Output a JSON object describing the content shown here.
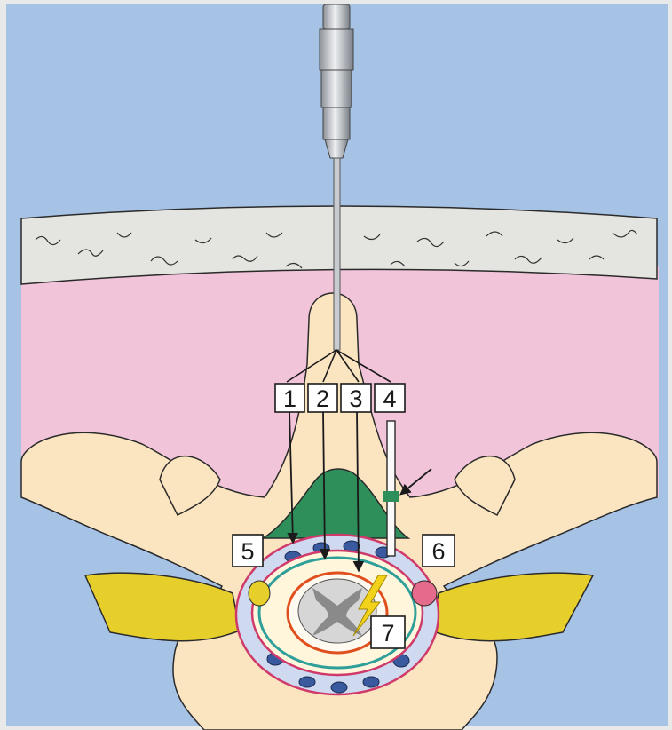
{
  "labels": {
    "l1": "1",
    "l2": "2",
    "l3": "3",
    "l4": "4",
    "l5": "5",
    "l6": "6",
    "l7": "7"
  },
  "colors": {
    "frame": "#e9e9e9",
    "background": "#a6c3e6",
    "skin": "#e4e4e0",
    "muscle": "#f2c4da",
    "bone": "#fbe4c0",
    "ligament": "#2f8f5a",
    "nerve": "#e6cf2a",
    "epidural_space": "#cfd9f0",
    "vein": "#3a5aa0",
    "dura": "#cf3a6a",
    "arachnoid": "#2f9f9a",
    "pia": "#e0501e",
    "grey_matter": "#8a8a8a",
    "needle": "#c8ccd0"
  },
  "icons": [
    "syringe-hub-icon",
    "spinal-needle-icon",
    "arrow-icon",
    "lightning-bolt-icon"
  ]
}
